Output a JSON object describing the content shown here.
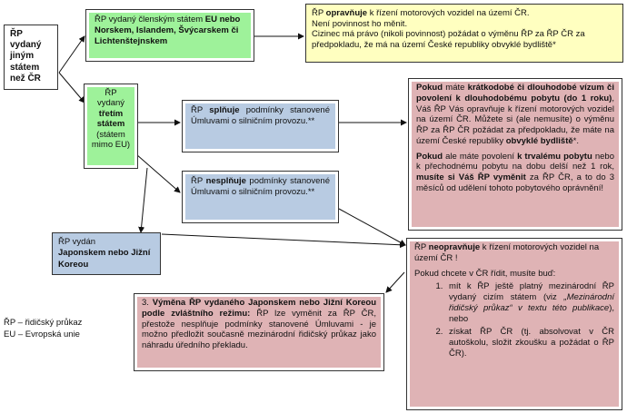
{
  "source_box": {
    "line1": "ŘP",
    "line2": "vydaný",
    "line3": "jiným",
    "line4": "státem",
    "line5": "než ČR"
  },
  "eu_box": {
    "prefix": "ŘP vydaný členským státem ",
    "bold": "EU nebo Norskem, Islandem, Švýcarskem či Lichtenštejnskem"
  },
  "yellow_box": {
    "t1": "ŘP ",
    "t2": "opravňuje",
    "t3": " k řízení motorových vozidel na území ČR.",
    "line2": "Není povinnost ho měnit.",
    "line3": "Cizinec má právo (nikoli povinnost) požádat o výměnu ŘP za ŘP ČR za předpokladu, že má na území České republiky obvyklé bydliště*"
  },
  "third_box": {
    "line1": "ŘP",
    "line2": "vydaný",
    "bold1": "třetím",
    "bold2": "státem",
    "rest": "(státem mimo EU)"
  },
  "meets_box": {
    "t1": "ŘP ",
    "bold": "splňuje",
    "t2": " podmínky stanovené Úmluvami o silničním provozu.**"
  },
  "notmeets_box": {
    "t1": "ŘP ",
    "bold": "nesplňuje",
    "t2": " podmínky stanovené Úmluvami o silničním provozu.**"
  },
  "japan_box": {
    "line1": "ŘP vydán",
    "bold": "Japonskem nebo Jižní Koreou"
  },
  "right_pink_box": {
    "p1_b1": "Pokud",
    "p1_t1": " máte ",
    "p1_b2": "krátkodobé či dlouhodobé vízum či povolení k dlouhodobému pobytu (do 1 roku)",
    "p1_t2": ", Váš ŘP Vás opravňuje k řízení motorových vozidel na území ČR. Můžete si (ale nemusíte) o výměnu ŘP za ŘP ČR požádat za předpokladu, že máte na území České republiky ",
    "p1_b3": "obvyklé bydliště",
    "p1_t3": "*.",
    "p2_b1": "Pokud",
    "p2_t1": " ale máte povolení ",
    "p2_b2": "k trvalému pobytu",
    "p2_t2": " nebo k přechodnému pobytu na dobu delší než 1 rok, ",
    "p2_b3": "musíte si Váš ŘP vyměnit",
    "p2_t3": " za ŘP ČR, a to do 3 měsíců od udělení tohoto pobytového oprávnění!"
  },
  "not_entitled_box": {
    "t1": "ŘP ",
    "bold": "neopravňuje",
    "t2": " k řízení motorových vozidel na území ČR !",
    "line2": "Pokud chcete v ČR řídit, musíte buď:",
    "item1_t1": "mít k ŘP ještě platný mezinárodní ŘP vydaný cizím státem (viz ",
    "item1_i": "„Mezinárodní řidičský průkaz“ v textu této publikace",
    "item1_t2": "), nebo",
    "item2": "získat ŘP ČR (tj. absolvovat v ČR autoškolu, složit zkoušku a požádat o ŘP ČR)."
  },
  "exchange_box": {
    "num": "3. ",
    "bold": "Výměna ŘP vydaného Japonskem nebo Jižní Koreou podle zvláštního režimu:",
    "text": " ŘP lze vyměnit za ŘP ČR, přestože nesplňuje podmínky stanovené Úmluvami - je možno předložit současně mezinárodní řidičský průkaz jako náhradu úředního překladu."
  },
  "legend": {
    "rp": "ŘP – řidičský průkaz",
    "eu": "EU – Evropská unie"
  },
  "colors": {
    "green": "#9ef29a",
    "yellow": "#ffffc0",
    "blue": "#b8cbe2",
    "pink": "#dfb3b5"
  }
}
